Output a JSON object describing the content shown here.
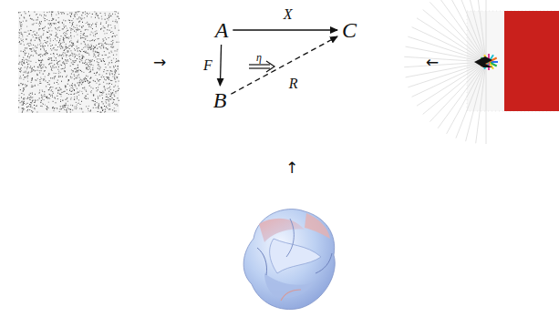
{
  "diagram": {
    "nodes": [
      {
        "text": [
          "A"
        ]
      },
      {
        "text": [
          "B"
        ]
      },
      {
        "text": [
          "C"
        ]
      }
    ],
    "edges": [
      {
        "from": 0,
        "to": 2,
        "label": "X",
        "arrow": "to"
      },
      {
        "from": 0,
        "to": 1,
        "label": "F",
        "arrow": "to"
      },
      {
        "from": 1,
        "to": 2,
        "label": "R",
        "arrow": "to"
      }
    ],
    "labels": [
      "η",
      "→",
      "←",
      "↑"
    ]
  }
}
